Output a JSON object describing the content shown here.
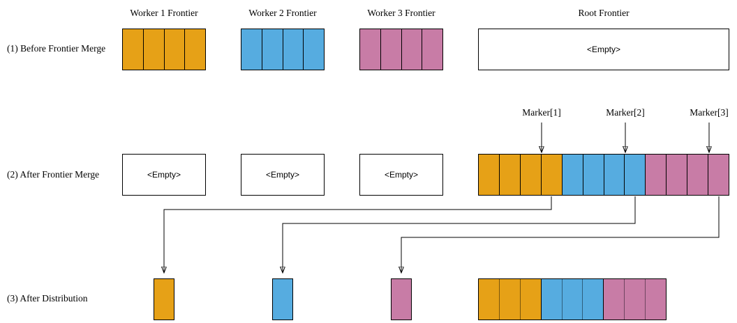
{
  "colors": {
    "orange": "#E6A117",
    "blue": "#56ACE0",
    "pink": "#C87CA6",
    "outline": "#000000",
    "orange_divider_dark": "#7A560C",
    "blue_divider_dark": "#2F5F7D",
    "pink_divider_dark": "#6F4560"
  },
  "labels": {
    "row1": "(1) Before Frontier Merge",
    "row2": "(2) After Frontier Merge",
    "row3": "(3) After Distribution",
    "worker1": "Worker 1 Frontier",
    "worker2": "Worker 2 Frontier",
    "worker3": "Worker 3 Frontier",
    "root": "Root Frontier",
    "empty": "<Empty>"
  },
  "markers": [
    {
      "label": "Marker[1]"
    },
    {
      "label": "Marker[2]"
    },
    {
      "label": "Marker[3]"
    }
  ],
  "boxes": {
    "row1_worker1": {
      "segments": [
        {
          "color": "orange",
          "count": 4
        }
      ]
    },
    "row1_worker2": {
      "segments": [
        {
          "color": "blue",
          "count": 4
        }
      ]
    },
    "row1_worker3": {
      "segments": [
        {
          "color": "pink",
          "count": 4
        }
      ]
    },
    "row2_root": {
      "segments": [
        {
          "color": "orange",
          "count": 4
        },
        {
          "color": "blue",
          "count": 4
        },
        {
          "color": "pink",
          "count": 4
        }
      ]
    },
    "row3_worker1": {
      "segments": [
        {
          "color": "orange",
          "count": 1
        }
      ]
    },
    "row3_worker2": {
      "segments": [
        {
          "color": "blue",
          "count": 1
        }
      ]
    },
    "row3_worker3": {
      "segments": [
        {
          "color": "pink",
          "count": 1
        }
      ]
    },
    "row3_root": {
      "segments": [
        {
          "color": "orange",
          "count": 3,
          "divider": "#7A560C"
        },
        {
          "color": "blue",
          "count": 3,
          "divider": "#2F5F7D"
        },
        {
          "color": "pink",
          "count": 3,
          "divider": "#6F4560"
        }
      ]
    }
  }
}
